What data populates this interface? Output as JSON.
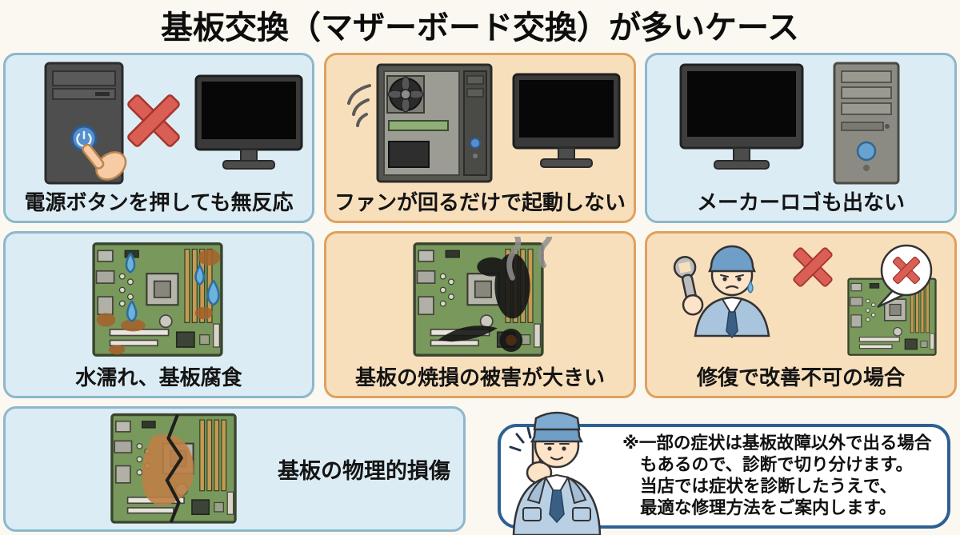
{
  "title": "基板交換（マザーボード交換）が多いケース",
  "cards": [
    {
      "caption": "電源ボタンを押しても無反応",
      "theme": "blue"
    },
    {
      "caption": "ファンが回るだけで起動しない",
      "theme": "orange"
    },
    {
      "caption": "メーカーロゴも出ない",
      "theme": "blue"
    },
    {
      "caption": "水濡れ、基板腐食",
      "theme": "blue"
    },
    {
      "caption": "基板の焼損の被害が大きい",
      "theme": "orange"
    },
    {
      "caption": "修復で改善不可の場合",
      "theme": "orange"
    },
    {
      "caption": "基板の物理的損傷",
      "theme": "blue"
    }
  ],
  "note": {
    "lines": [
      "※一部の症状は基板故障以外で出る場合",
      "もあるので、診断で切り分けます。",
      "当店では症状を診断したうえで、",
      "最適な修理方法をご案内します。"
    ]
  },
  "colors": {
    "page_bg": "#faf8f1",
    "blue_card_bg": "#dcecf4",
    "blue_card_border": "#8db7cd",
    "orange_card_bg": "#f8dfbc",
    "orange_card_border": "#dfa15f",
    "note_border": "#2e6094",
    "x_mark_red": "#d95f55",
    "motherboard_green": "#79985c",
    "water_drop_blue": "#6cb2dd"
  }
}
